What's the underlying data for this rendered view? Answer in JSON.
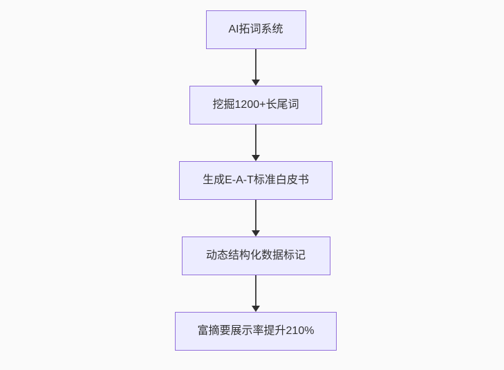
{
  "diagram": {
    "type": "flowchart",
    "direction": "top-down",
    "nodes": [
      {
        "id": "n1",
        "label": "AI拓词系统"
      },
      {
        "id": "n2",
        "label": "挖掘1200+长尾词"
      },
      {
        "id": "n3",
        "label": "生成E-A-T标准白皮书"
      },
      {
        "id": "n4",
        "label": "动态结构化数据标记"
      },
      {
        "id": "n5",
        "label": "富摘要展示率提升210%"
      }
    ],
    "edges": [
      {
        "from": "n1",
        "to": "n2"
      },
      {
        "from": "n2",
        "to": "n3"
      },
      {
        "from": "n3",
        "to": "n4"
      },
      {
        "from": "n4",
        "to": "n5"
      }
    ],
    "colors": {
      "background": "#fafafa",
      "node_fill": "#ECECFF",
      "node_border": "#9370DB",
      "node_text": "#333333",
      "edge_line": "#4a4a4a",
      "edge_arrowhead": "#2e2e2e"
    }
  }
}
